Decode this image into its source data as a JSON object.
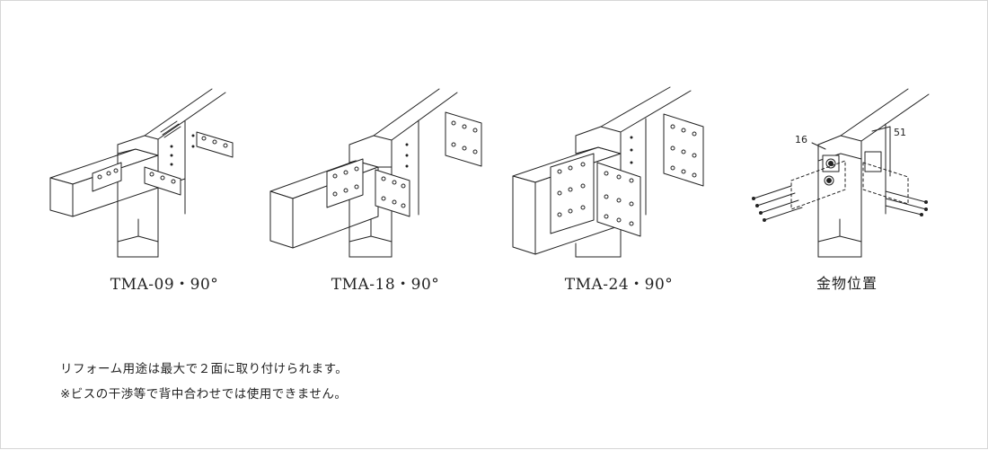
{
  "captions": {
    "tma09": "TMA-09・90°",
    "tma18": "TMA-18・90°",
    "tma24": "TMA-24・90°",
    "position": "金物位置"
  },
  "dimensions": {
    "d16": "16",
    "d51": "51"
  },
  "notes": {
    "line1": "リフォーム用途は最大で２面に取り付けられます。",
    "line2": "※ビスの干渉等で背中合わせでは使用できません。"
  }
}
